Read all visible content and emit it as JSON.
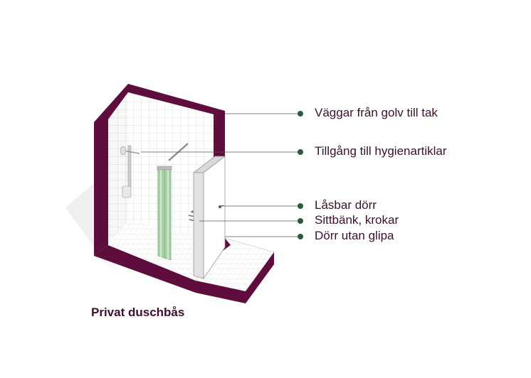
{
  "caption": "Privat duschbås",
  "callouts": [
    "Väggar från golv till tak",
    "Tillgång till hygienartiklar",
    "Låsbar dörr",
    "Sittbänk, krokar",
    "Dörr utan glipa"
  ],
  "colors": {
    "wall": "#5e0d3c",
    "text": "#3b1030",
    "dot": "#2d5a3d",
    "glass": "#a8d2a8",
    "tile": "#d8d8d8",
    "shadow": "#ececec"
  }
}
